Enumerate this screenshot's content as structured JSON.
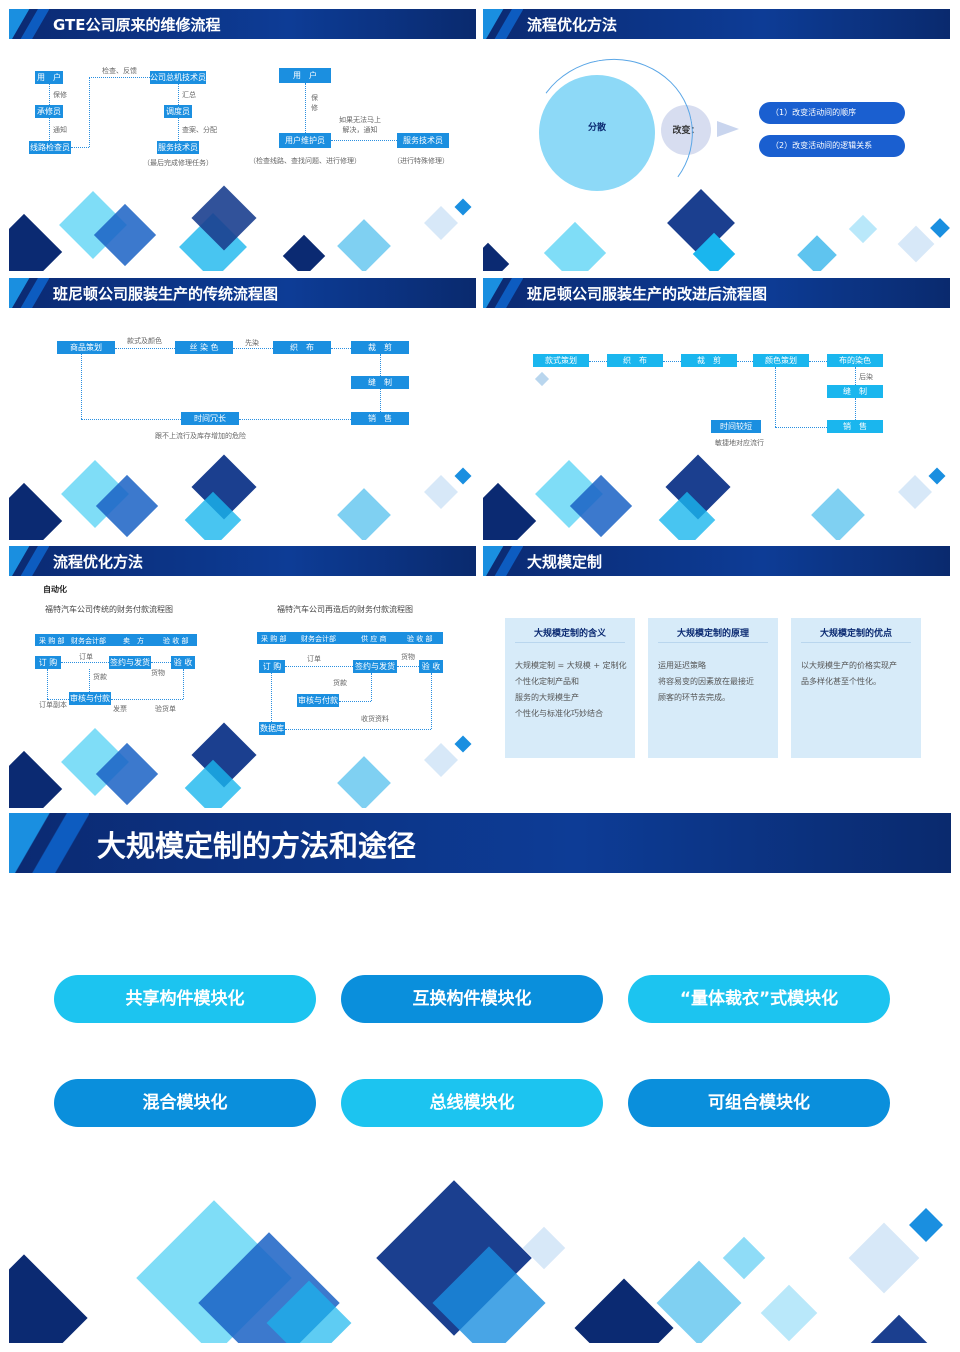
{
  "s1": {
    "title": "GTE公司原来的维修流程",
    "user": "用　户",
    "repair": "承修员",
    "line_check": "线路检查员",
    "tech_dept": "公司总机技术员",
    "dispatcher": "调度员",
    "service_tech": "服务技术员",
    "l_check": "检查、反馈",
    "l_report": "保修",
    "l_notify": "通知",
    "l_summary": "汇总",
    "l_check_assign": "查案、分配",
    "l_final": "（最后完成修理任务）",
    "user2": "用　户",
    "l_report2": "保\n修",
    "user_maint": "用户维护员",
    "service_tech2": "服务技术员",
    "l_if": "如果无法马上\n解决，通知",
    "l_cap1": "（检查线路、查找问题、进行修理）",
    "l_cap2": "（进行特殊修理）"
  },
  "s2": {
    "title": "流程优化方法",
    "circle_big": "分散",
    "circle_small": "改变：",
    "opt1": "（1）改变活动间的顺序",
    "opt2": "（2）改变活动间的逻辑关系"
  },
  "s3": {
    "title": "班尼顿公司服装生产的传统流程图",
    "b1": "商品策划",
    "b2": "丝 染 色",
    "b3": "织　布",
    "b4": "裁　剪",
    "b5": "缝　制",
    "b6": "时间冗长",
    "b7": "销　售",
    "l1": "款式及颜色",
    "l2": "先染",
    "l3": "跟不上流行及库存增加的危险"
  },
  "s4": {
    "title": "班尼顿公司服装生产的改进后流程图",
    "b1": "款式策划",
    "b2": "织　布",
    "b3": "裁　剪",
    "b4": "颜色策划",
    "b5": "布的染色",
    "b6": "缝　制",
    "b7": "销　售",
    "b8": "时间较短",
    "l1": "后染",
    "l2": "敏捷地对应流行"
  },
  "s5": {
    "title": "流程优化方法",
    "auto": "自动化",
    "left_title": "福特汽车公司传统的财务付款流程图",
    "right_title": "福特汽车公司再造后的财务付款流程图",
    "depts": [
      "采 购 部",
      "财务会计部",
      "卖　方",
      "验 收 部"
    ],
    "depts2": [
      "采 购 部",
      "财务会计部",
      "供 应 商",
      "验 收 部"
    ],
    "order": "订 购",
    "sign": "签约与发货",
    "accept": "验 收",
    "audit": "审核与付款",
    "order2": "订 购",
    "sign2": "签约与发货",
    "accept2": "验 收",
    "audit2": "审核与付款",
    "db": "数据库",
    "l_order": "订单",
    "l_pay": "货款",
    "l_goods": "货物",
    "l_copy": "订单副本",
    "l_invoice": "发票",
    "l_receipt": "验货单",
    "l_order2": "订单",
    "l_goods2": "货物",
    "l_pay2": "货款",
    "l_data": "收货资料"
  },
  "s6": {
    "title": "大规模定制",
    "cards": [
      {
        "title": "大规模定制的含义",
        "body": "大规模定制 = 大规模 + 定制化\n个性化定制产品和\n服务的大规模生产\n个性化与标准化巧妙结合"
      },
      {
        "title": "大规模定制的原理",
        "body": "运用延迟策略\n将容易变的因素放在最接近\n顾客的环节去完成。"
      },
      {
        "title": "大规模定制的优点",
        "body": "以大规模生产的价格实现产\n品多样化甚至个性化。"
      }
    ]
  },
  "s7": {
    "title": "大规模定制的方法和途径",
    "pills": [
      "共享构件模块化",
      "互换构件模块化",
      "“量体裁衣”式模块化",
      "混合模块化",
      "总线模块化",
      "可组合模块化"
    ]
  },
  "colors": {
    "header": "#0b2a72",
    "accent": "#1b8fe0",
    "light": "#1cc4f0"
  }
}
